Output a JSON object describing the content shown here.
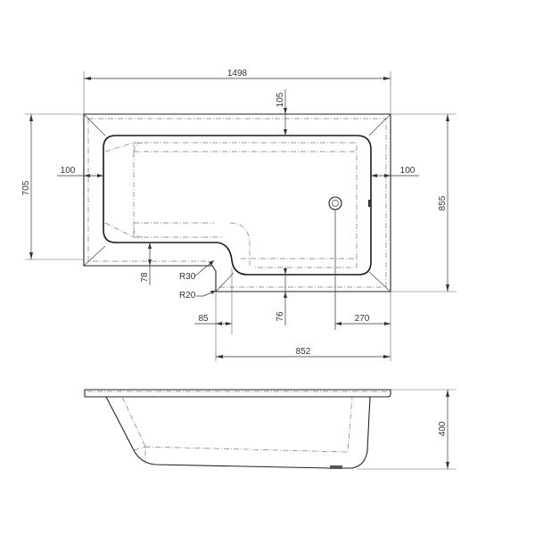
{
  "drawing": {
    "subject": "L-shaped shower bath technical drawing",
    "views": [
      "plan",
      "side elevation"
    ],
    "units": "mm"
  },
  "plan_view": {
    "dimensions": {
      "overall_length": "1498",
      "rim_top_width": "105",
      "left_rim": "100",
      "right_rim": "100",
      "narrow_end_width": "705",
      "overall_width": "855",
      "rim_front_narrow": "78",
      "radius_outer": "R30",
      "radius_inner": "R20",
      "step_offset": "85",
      "rim_front_wide": "76",
      "waste_offset": "270",
      "wide_section_length": "852"
    }
  },
  "side_view": {
    "dimensions": {
      "height": "400"
    }
  }
}
